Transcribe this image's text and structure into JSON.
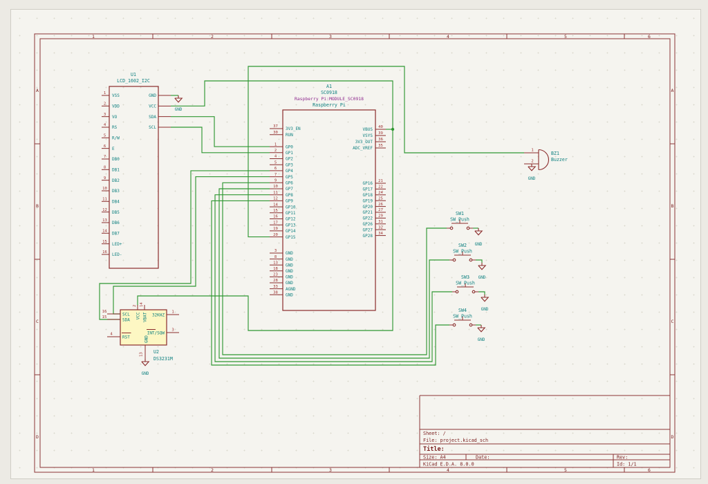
{
  "sheet": {
    "border_columns": [
      "1",
      "2",
      "3",
      "4",
      "5",
      "6"
    ],
    "border_rows": [
      "A",
      "B",
      "C",
      "D"
    ],
    "title_block": {
      "sheet": "Sheet: /",
      "file": "File: project.kicad_sch",
      "title": "Title:",
      "size": "Size: A4",
      "date": "Date:",
      "rev": "Rev:",
      "generator": "KiCad E.D.A. 8.0.0",
      "id": "Id: 1/1"
    }
  },
  "colors": {
    "wire": "#2f9732",
    "symbol_outline": "#8a2b2b",
    "pin_name": "#0c7f7f",
    "reference": "#0c7f7f",
    "field": "#8e2a8e",
    "frame": "#8a3434",
    "paper": "#f5f4ef",
    "symbol_fill": "#fdf7c3"
  },
  "components": {
    "gnd_label": "GND",
    "u1_lcd": {
      "ref": "U1",
      "value": "LCD_1602_I2C",
      "pins_left": [
        {
          "num": "1",
          "name": "VSS"
        },
        {
          "num": "2",
          "name": "VDD"
        },
        {
          "num": "3",
          "name": "VO"
        },
        {
          "num": "4",
          "name": "RS"
        },
        {
          "num": "5",
          "name": "R/W"
        },
        {
          "num": "6",
          "name": "E"
        },
        {
          "num": "7",
          "name": "DB0"
        },
        {
          "num": "8",
          "name": "DB1"
        },
        {
          "num": "9",
          "name": "DB2"
        },
        {
          "num": "10",
          "name": "DB3"
        },
        {
          "num": "11",
          "name": "DB4"
        },
        {
          "num": "12",
          "name": "DB5"
        },
        {
          "num": "13",
          "name": "DB6"
        },
        {
          "num": "14",
          "name": "DB7"
        },
        {
          "num": "15",
          "name": "LED+"
        },
        {
          "num": "16",
          "name": "LED-"
        }
      ],
      "pins_right": [
        {
          "num": "",
          "name": "GND"
        },
        {
          "num": "",
          "name": "VCC"
        },
        {
          "num": "",
          "name": "SDA"
        },
        {
          "num": "",
          "name": "SCL"
        }
      ]
    },
    "a1_pi": {
      "ref": "A1",
      "value": "SC0918",
      "footprint": "Raspberry Pi:MODULE_SC0918",
      "description": "Raspberry Pi",
      "pins_left": [
        {
          "num": "37",
          "name": "3V3_EN"
        },
        {
          "num": "30",
          "name": "RUN"
        },
        null,
        {
          "num": "1",
          "name": "GP0"
        },
        {
          "num": "2",
          "name": "GP1"
        },
        {
          "num": "4",
          "name": "GP2"
        },
        {
          "num": "5",
          "name": "GP3"
        },
        {
          "num": "6",
          "name": "GP4"
        },
        {
          "num": "7",
          "name": "GP5"
        },
        {
          "num": "9",
          "name": "GP6"
        },
        {
          "num": "10",
          "name": "GP7"
        },
        {
          "num": "11",
          "name": "GP8"
        },
        {
          "num": "12",
          "name": "GP9"
        },
        {
          "num": "14",
          "name": "GP10"
        },
        {
          "num": "15",
          "name": "GP11"
        },
        {
          "num": "16",
          "name": "GP12"
        },
        {
          "num": "17",
          "name": "GP13"
        },
        {
          "num": "19",
          "name": "GP14"
        },
        {
          "num": "20",
          "name": "GP15"
        }
      ],
      "pins_right_power": [
        {
          "num": "40",
          "name": "VBUS"
        },
        {
          "num": "39",
          "name": "VSYS"
        },
        {
          "num": "36",
          "name": "3V3_OUT"
        },
        {
          "num": "35",
          "name": "ADC_VREF"
        }
      ],
      "pins_right_gpio": [
        {
          "num": "21",
          "name": "GP16"
        },
        {
          "num": "22",
          "name": "GP17"
        },
        {
          "num": "24",
          "name": "GP18"
        },
        {
          "num": "25",
          "name": "GP19"
        },
        {
          "num": "26",
          "name": "GP20"
        },
        {
          "num": "27",
          "name": "GP21"
        },
        {
          "num": "29",
          "name": "GP22"
        },
        {
          "num": "31",
          "name": "GP26"
        },
        {
          "num": "32",
          "name": "GP27"
        },
        {
          "num": "34",
          "name": "GP28"
        }
      ],
      "pins_ground": [
        {
          "num": "3",
          "name": "GND"
        },
        {
          "num": "8",
          "name": "GND"
        },
        {
          "num": "13",
          "name": "GND"
        },
        {
          "num": "18",
          "name": "GND"
        },
        {
          "num": "23",
          "name": "GND"
        },
        {
          "num": "28",
          "name": "GND"
        },
        {
          "num": "33",
          "name": "AGND"
        },
        {
          "num": "38",
          "name": "GND"
        }
      ]
    },
    "u2_rtc": {
      "ref": "U2",
      "value": "DS3231M",
      "pins": {
        "scl": {
          "num": "16",
          "name": "SCL"
        },
        "sda": {
          "num": "15",
          "name": "SDA"
        },
        "rst": {
          "num": "4",
          "name": "RST"
        },
        "vcc": {
          "num": "2",
          "name": "VCC"
        },
        "vbat": {
          "num": "14",
          "name": "VBAT"
        },
        "khz": {
          "num": "1",
          "name": "32KHZ"
        },
        "int": {
          "num": "3",
          "name": "INT/SQW"
        },
        "gnd": {
          "num": "13",
          "name": "GND"
        }
      }
    },
    "bz1": {
      "ref": "BZ1",
      "value": "Buzzer",
      "pin1": "1",
      "pin2": "2"
    },
    "switches": [
      {
        "ref": "SW1",
        "value": "SW_Push"
      },
      {
        "ref": "SW2",
        "value": "SW_Push"
      },
      {
        "ref": "SW3",
        "value": "SW_Push"
      },
      {
        "ref": "SW4",
        "value": "SW_Push"
      }
    ]
  }
}
